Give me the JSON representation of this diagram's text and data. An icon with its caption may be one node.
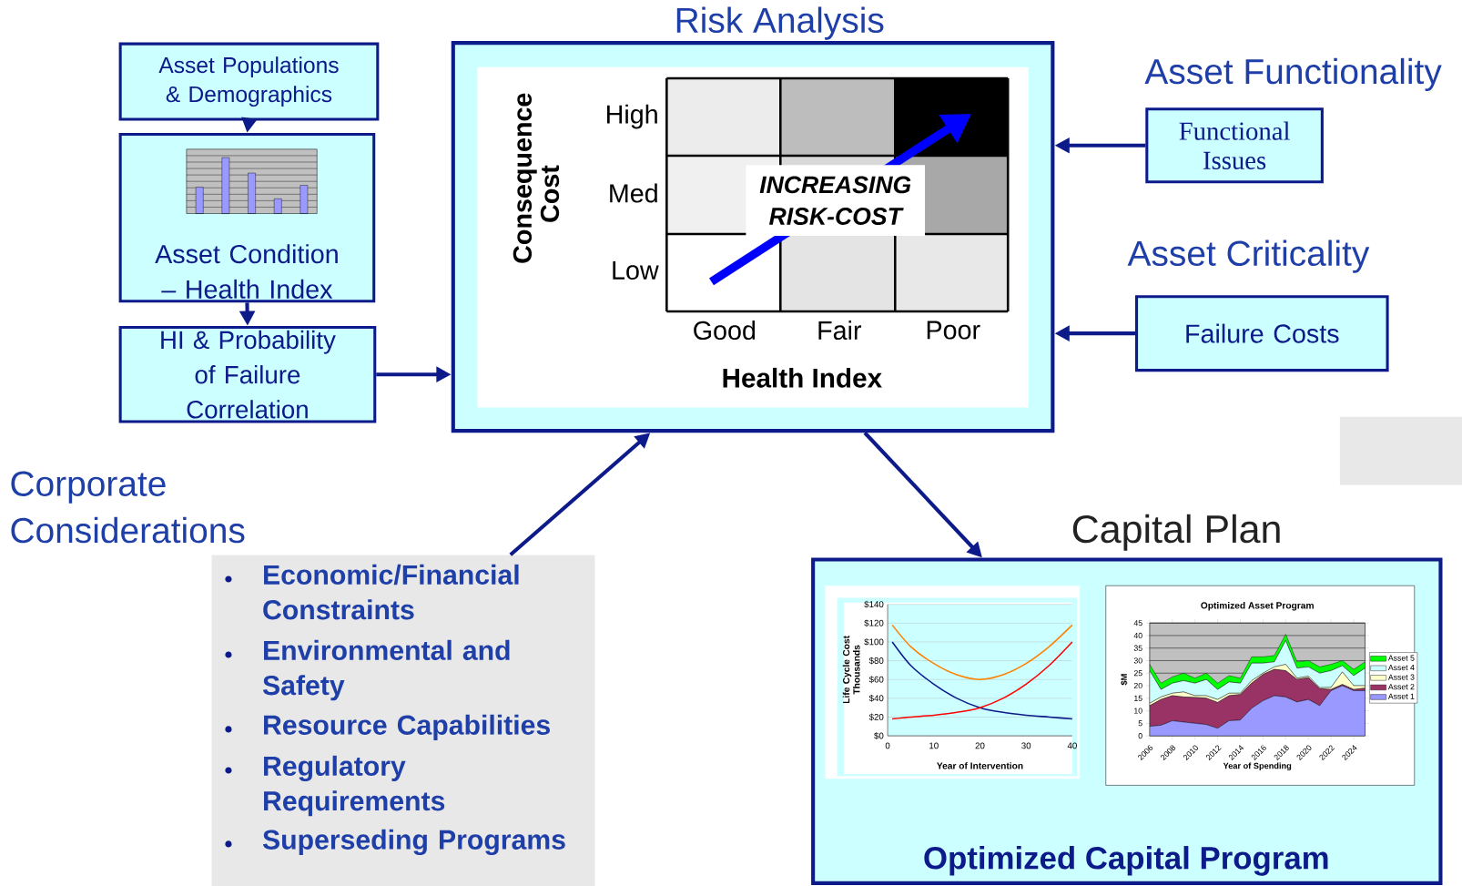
{
  "diagram": {
    "nodes": [
      {
        "text": [
          "Asset Populations & Demographics"
        ]
      },
      {
        "text": [
          "Asset Condition – Health Index"
        ]
      },
      {
        "text": [
          "HI & Probability of Failure Correlation"
        ]
      },
      {
        "text": [
          "Risk Analysis"
        ]
      },
      {
        "text": [
          "INCREASING RISK-COST"
        ],
        "in": 3
      },
      {
        "text": [
          "Asset Functionality",
          "Functional Issues"
        ]
      },
      {
        "text": [
          "Asset Criticality",
          "Failure Costs"
        ]
      },
      {
        "text": [
          "Corporate Considerations",
          "Economic/Financial Constraints",
          "Environmental and Safety",
          "Resource Capabilities",
          "Regulatory Requirements",
          "Superseding Programs"
        ]
      },
      {
        "text": [
          "Capital Plan",
          "Optimized Capital Program"
        ]
      }
    ],
    "edges": [
      {
        "from": 0,
        "to": 1,
        "arrow": "to"
      },
      {
        "from": 1,
        "to": 2,
        "arrow": "to"
      },
      {
        "from": 2,
        "to": 3,
        "arrow": "to"
      },
      {
        "from": 5,
        "to": 3,
        "arrow": "to"
      },
      {
        "from": 6,
        "to": 3,
        "arrow": "to"
      },
      {
        "from": 7,
        "to": 3,
        "arrow": "to"
      },
      {
        "from": 3,
        "to": 8,
        "arrow": "to"
      }
    ],
    "labels": [
      "Consequence Cost",
      "High",
      "Med",
      "Low",
      "Good",
      "Fair",
      "Poor",
      "Health Index",
      "$140",
      "$120",
      "$100",
      "$80",
      "$60",
      "$40",
      "$20",
      "$0",
      "0",
      "10",
      "20",
      "30",
      "40",
      "Life Cycle Cost Thousands",
      "Year of Intervention"
    ],
    "chart_data": {
      "type": "area",
      "stacked": true,
      "title": "Optimized Asset Program",
      "xlabel": "Year of Spending",
      "ylabel": "$M",
      "x": [
        2006,
        2007,
        2008,
        2009,
        2010,
        2011,
        2012,
        2013,
        2014,
        2015,
        2016,
        2017,
        2018,
        2019,
        2020,
        2021,
        2022,
        2023,
        2024,
        2025
      ],
      "xlim": [
        2006,
        2025
      ],
      "ylim": [
        0,
        45
      ],
      "grid": "y",
      "legend": true,
      "yticks": [
        0,
        5,
        10,
        15,
        20,
        25,
        30,
        35,
        40,
        45
      ],
      "xticks": [
        2006,
        2008,
        2010,
        2012,
        2014,
        2016,
        2018,
        2020,
        2022,
        2024
      ],
      "series": [
        {
          "name": "Asset 1",
          "color": "#9999ff",
          "values": [
            3.8,
            4.2,
            6,
            5.5,
            5,
            4.5,
            3,
            6,
            6.3,
            11,
            14,
            16,
            15.5,
            13.5,
            14.5,
            12,
            18,
            20,
            18,
            18
          ]
        },
        {
          "name": "Asset 2",
          "color": "#993366",
          "values": [
            8.2,
            10.3,
            10,
            10,
            10.3,
            10.5,
            10.3,
            10,
            10.2,
            10,
            10.5,
            10.5,
            10.5,
            9,
            8.7,
            6.8,
            0.5,
            0.5,
            0.5,
            1
          ]
        },
        {
          "name": "Asset 3",
          "color": "#ffffcc",
          "values": [
            1,
            1,
            1,
            2,
            0.7,
            1,
            1.2,
            1,
            0.5,
            1,
            0.5,
            1,
            2.5,
            0.5,
            0.6,
            0.4,
            0.8,
            5,
            1.5,
            1
          ]
        },
        {
          "name": "Asset 4",
          "color": "#ccffff",
          "values": [
            13,
            3,
            4,
            4.5,
            5,
            6.5,
            4,
            4.5,
            4,
            7,
            4,
            2,
            9.5,
            4,
            3.7,
            5.8,
            6.7,
            2.5,
            4,
            7
          ]
        },
        {
          "name": "Asset 5",
          "color": "#00ff00",
          "values": [
            2.5,
            2.5,
            2.5,
            3,
            2,
            2.5,
            2.5,
            2.5,
            2,
            2.5,
            2.5,
            2.5,
            2.5,
            2.5,
            2.5,
            2.5,
            2.5,
            2,
            2.5,
            2.5
          ]
        }
      ]
    }
  }
}
